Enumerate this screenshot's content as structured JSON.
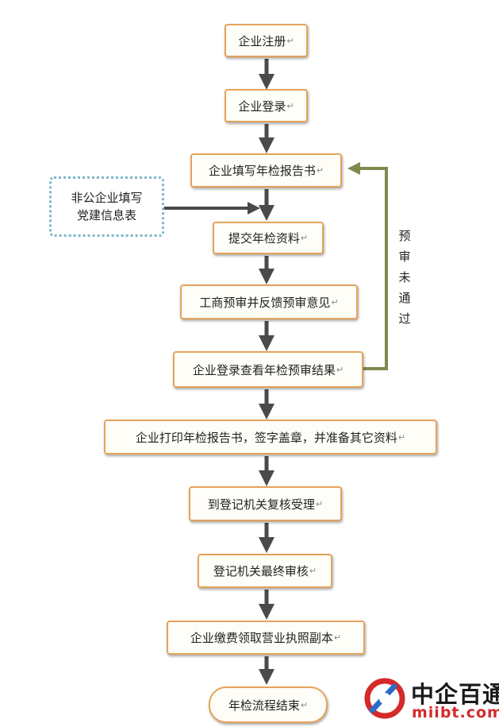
{
  "flow": {
    "steps": [
      "企业注册",
      "企业登录",
      "企业填写年检报告书",
      "提交年检资料",
      "工商预审并反馈预审意见",
      "企业登录查看年检预审结果",
      "企业打印年检报告书，签字盖章，并准备其它资料",
      "到登记机关复核受理",
      "登记机关最终审核",
      "企业缴费领取营业执照副本",
      "年检流程结束"
    ],
    "side_input": [
      "非公企业填写",
      "党建信息表"
    ],
    "loop_label": [
      "预",
      "审",
      "未",
      "通",
      "过"
    ]
  },
  "colors": {
    "box_border": "#e6a35a",
    "arrow": "#4a4a4a",
    "loop_line": "#7d8a4e",
    "side_border": "#7fb7c9"
  },
  "watermark": {
    "name": "中企百通",
    "url": "miibt.com"
  }
}
